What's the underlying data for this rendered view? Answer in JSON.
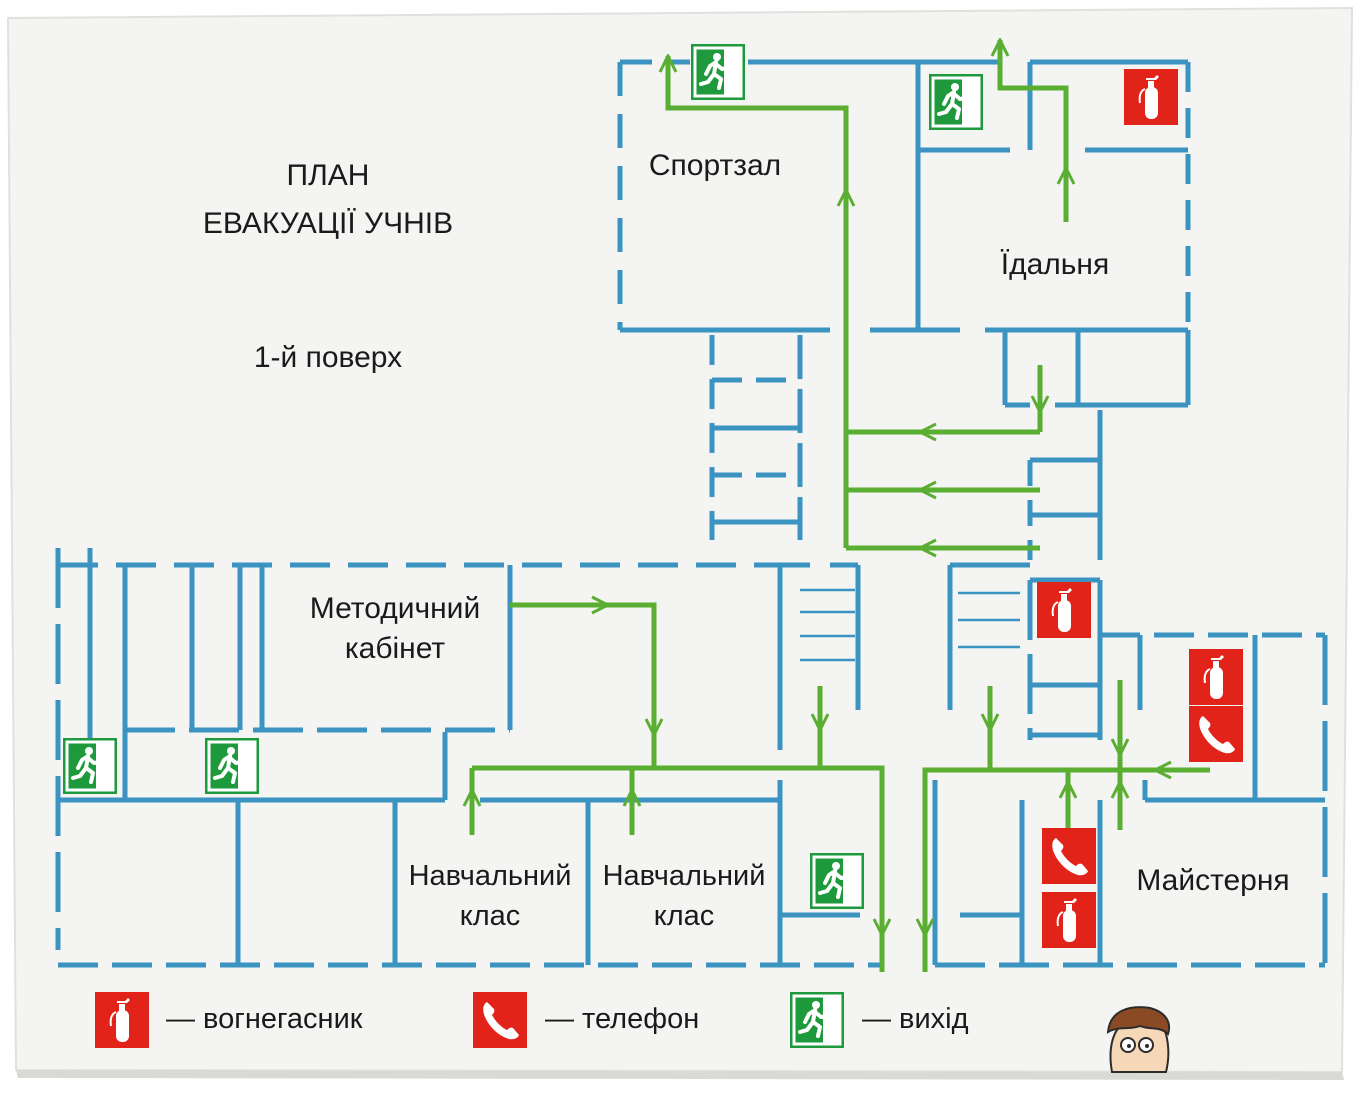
{
  "title": {
    "line1": "ПЛАН",
    "line2": "ЕВАКУАЦІЇ  УЧНІВ",
    "floor": "1-й  поверх"
  },
  "rooms": {
    "gym": "Спортзал",
    "canteen": "Їдальня",
    "methodical_line1": "Методичний",
    "methodical_line2": "кабінет",
    "class1_line1": "Навчальний",
    "class1_line2": "клас",
    "class2_line1": "Навчальний",
    "class2_line2": "клас",
    "workshop": "Майстерня"
  },
  "legend": {
    "extinguisher": "— вогнегасник",
    "phone": "— телефон",
    "exit": "— вихід"
  },
  "colors": {
    "wall": "#3a93c0",
    "route": "#5aae32",
    "exit_sign": "#1e9a3c",
    "fire_sign": "#e2231a",
    "paper": "#f4f4f2"
  },
  "icons": {
    "extinguisher": "fire-extinguisher-icon",
    "phone": "phone-icon",
    "exit": "emergency-exit-icon"
  }
}
